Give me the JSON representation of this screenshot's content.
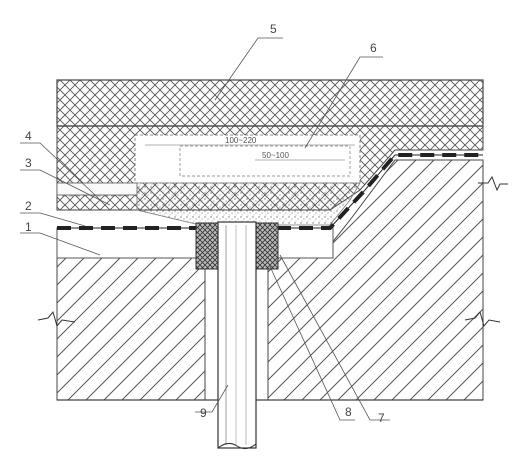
{
  "drawing": {
    "labels": {
      "l1": "1",
      "l2": "2",
      "l3": "3",
      "l4": "4",
      "l5": "5",
      "l6": "6",
      "l7": "7",
      "l8": "8",
      "l9": "9"
    },
    "dimensions": {
      "outer": "100~220",
      "inner": "50~100"
    }
  }
}
